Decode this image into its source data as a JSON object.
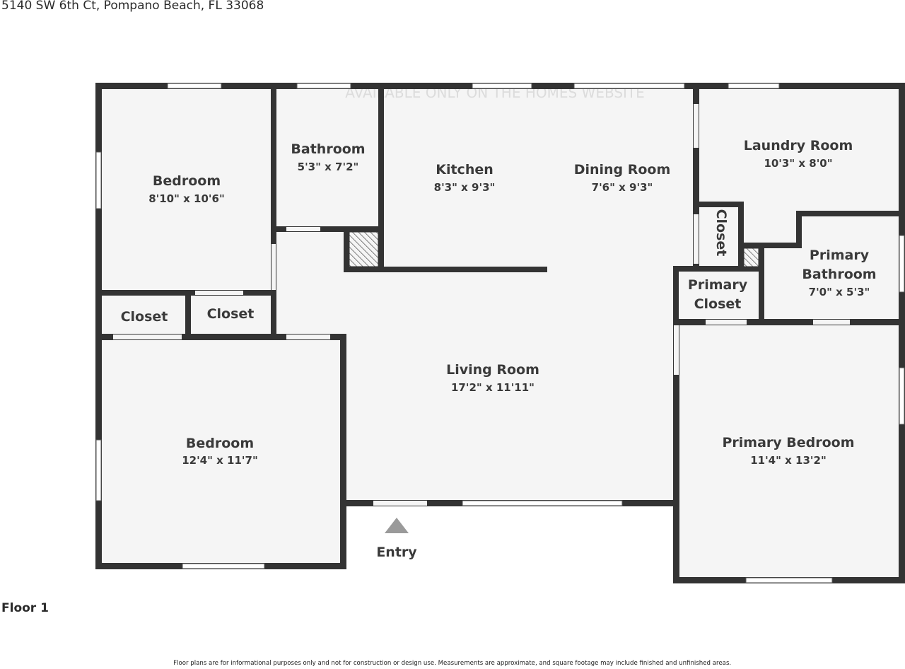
{
  "address": "5140 SW 6th Ct, Pompano Beach, FL 33068",
  "floor_label": "Floor 1",
  "disclaimer": "Floor plans are for informational purposes only and not for construction or design use. Measurements are approximate, and square footage may include finished and unfinished areas.",
  "watermark": "AVAILABLE ONLY ON THE HOMES WEBSITE",
  "entry_label": "Entry",
  "rooms": {
    "bedroom1": {
      "name": "Bedroom",
      "dims": "8'10\" x 10'6\""
    },
    "bathroom": {
      "name": "Bathroom",
      "dims": "5'3\" x 7'2\""
    },
    "kitchen": {
      "name": "Kitchen",
      "dims": "8'3\" x 9'3\""
    },
    "dining": {
      "name": "Dining Room",
      "dims": "7'6\" x 9'3\""
    },
    "laundry": {
      "name": "Laundry Room",
      "dims": "10'3\" x 8'0\""
    },
    "closet_vertical": {
      "name": "Closet"
    },
    "primary_bathroom": {
      "name_line1": "Primary",
      "name_line2": "Bathroom",
      "dims": "7'0\" x 5'3\""
    },
    "primary_closet": {
      "name_line1": "Primary",
      "name_line2": "Closet"
    },
    "closet1": {
      "name": "Closet"
    },
    "closet2": {
      "name": "Closet"
    },
    "living": {
      "name": "Living Room",
      "dims": "17'2\" x 11'11\""
    },
    "bedroom2": {
      "name": "Bedroom",
      "dims": "12'4\" x 11'7\""
    },
    "primary_bedroom": {
      "name": "Primary Bedroom",
      "dims": "11'4\" x 13'2\""
    }
  },
  "colors": {
    "wall": "#333333",
    "floor": "#f5f5f5",
    "window": "#ffffff",
    "hatch": "#555555"
  }
}
